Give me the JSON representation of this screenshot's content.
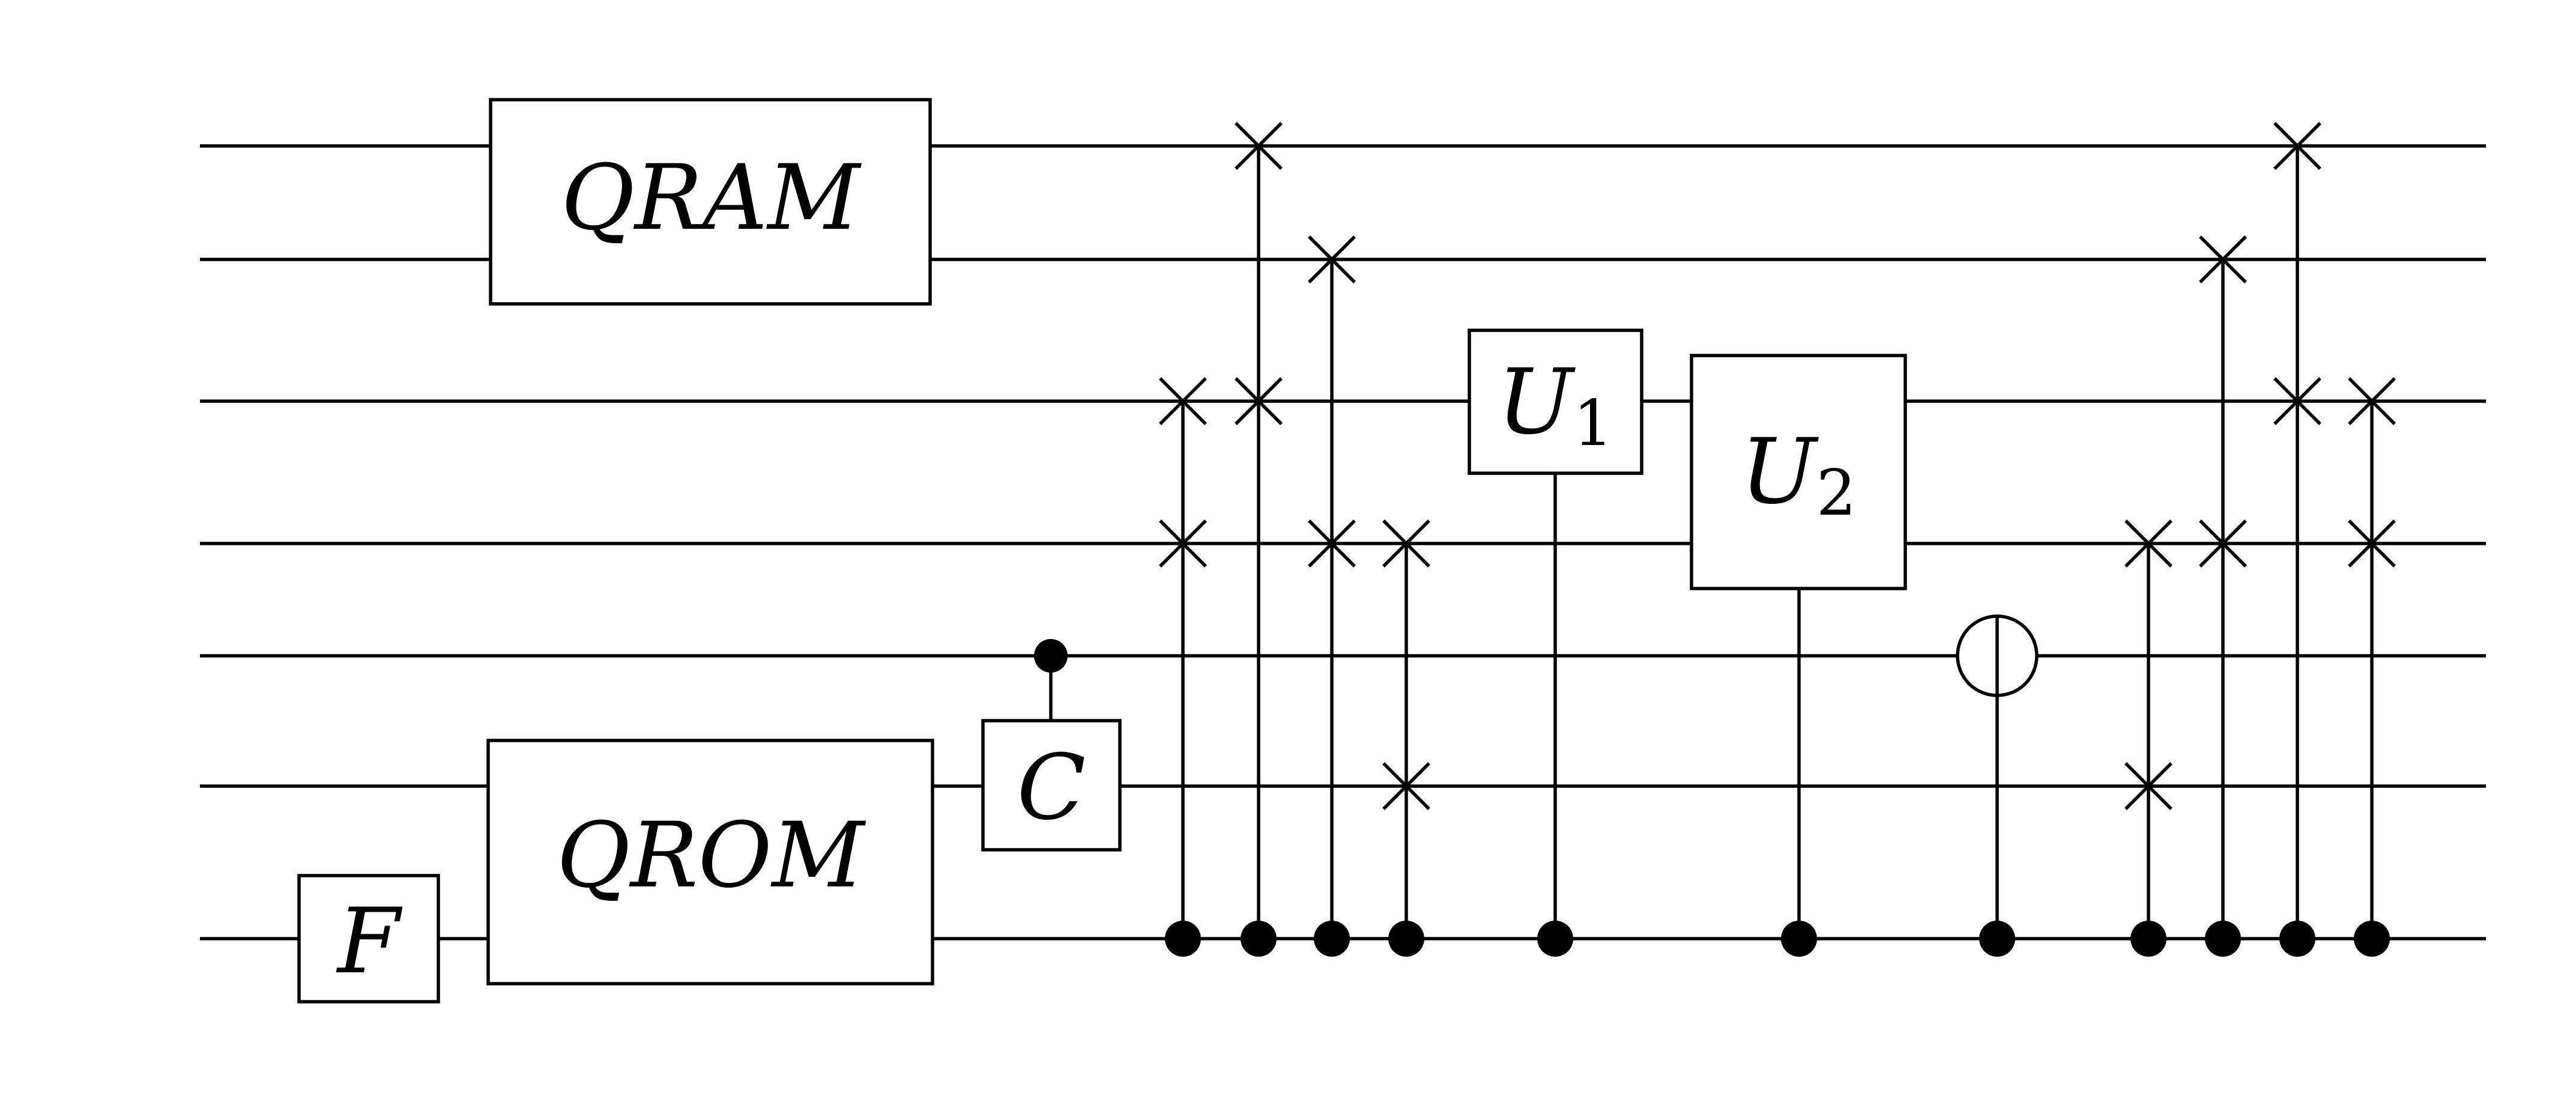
{
  "diagram": {
    "type": "quantum-circuit",
    "wire_count": 7,
    "gates": [
      {
        "id": "qram",
        "label": "QRAM",
        "sub": "",
        "wires": [
          0,
          1
        ]
      },
      {
        "id": "f",
        "label": "F",
        "sub": "",
        "wires": [
          6
        ]
      },
      {
        "id": "qrom",
        "label": "QROM",
        "sub": "",
        "wires": [
          5,
          6
        ]
      },
      {
        "id": "c",
        "label": "C",
        "sub": "",
        "wires": [
          5
        ],
        "control_wires": [
          4
        ]
      },
      {
        "id": "u1",
        "label": "U",
        "sub": "1",
        "wires": [
          2
        ],
        "control_wires": [
          6
        ]
      },
      {
        "id": "u2",
        "label": "U",
        "sub": "2",
        "wires": [
          2,
          3
        ],
        "control_wires": [
          6
        ]
      }
    ],
    "controlled_swaps": [
      {
        "control_wire": 6,
        "swap_wires": [
          2,
          3
        ]
      },
      {
        "control_wire": 6,
        "swap_wires": [
          0,
          2
        ]
      },
      {
        "control_wire": 6,
        "swap_wires": [
          1,
          3
        ]
      },
      {
        "control_wire": 6,
        "swap_wires": [
          3,
          5
        ]
      },
      {
        "control_wire": 6,
        "swap_wires": [
          3,
          5
        ]
      },
      {
        "control_wire": 6,
        "swap_wires": [
          1,
          3
        ]
      },
      {
        "control_wire": 6,
        "swap_wires": [
          0,
          2
        ]
      },
      {
        "control_wire": 6,
        "swap_wires": [
          2,
          3
        ]
      }
    ],
    "cnot": {
      "control_wire": 6,
      "target_wire": 4
    }
  }
}
